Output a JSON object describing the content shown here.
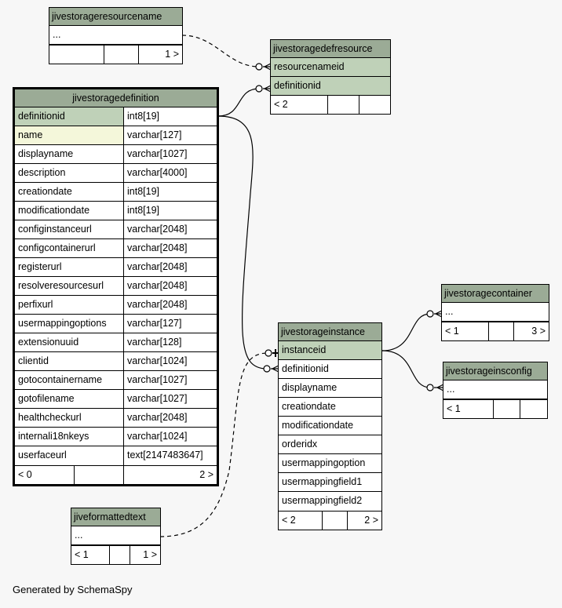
{
  "tables": {
    "resourcename": {
      "name": "jivestorageresourcename",
      "rows": [
        "..."
      ],
      "footer": [
        "",
        "",
        "1 >"
      ]
    },
    "defresource": {
      "name": "jivestoragedefresource",
      "rows": [
        "resourcenameid",
        "definitionid"
      ],
      "footer": [
        "< 2",
        "",
        ""
      ]
    },
    "definition": {
      "name": "jivestoragedefinition",
      "columns": [
        [
          "definitionid",
          "int8[19]"
        ],
        [
          "name",
          "varchar[127]"
        ],
        [
          "displayname",
          "varchar[1027]"
        ],
        [
          "description",
          "varchar[4000]"
        ],
        [
          "creationdate",
          "int8[19]"
        ],
        [
          "modificationdate",
          "int8[19]"
        ],
        [
          "configinstanceurl",
          "varchar[2048]"
        ],
        [
          "configcontainerurl",
          "varchar[2048]"
        ],
        [
          "registerurl",
          "varchar[2048]"
        ],
        [
          "resolveresourcesurl",
          "varchar[2048]"
        ],
        [
          "perfixurl",
          "varchar[2048]"
        ],
        [
          "usermappingoptions",
          "varchar[127]"
        ],
        [
          "extensionuuid",
          "varchar[128]"
        ],
        [
          "clientid",
          "varchar[1024]"
        ],
        [
          "gotocontainername",
          "varchar[1027]"
        ],
        [
          "gotofilename",
          "varchar[1027]"
        ],
        [
          "healthcheckurl",
          "varchar[2048]"
        ],
        [
          "internali18nkeys",
          "varchar[1024]"
        ],
        [
          "userfaceurl",
          "text[2147483647]"
        ]
      ],
      "footer": [
        "< 0",
        "",
        "2 >"
      ]
    },
    "instance": {
      "name": "jivestorageinstance",
      "rows": [
        "instanceid",
        "definitionid",
        "displayname",
        "creationdate",
        "modificationdate",
        "orderidx",
        "usermappingoption",
        "usermappingfield1",
        "usermappingfield2"
      ],
      "footer": [
        "< 2",
        "",
        "2 >"
      ]
    },
    "container": {
      "name": "jivestoragecontainer",
      "rows": [
        "..."
      ],
      "footer": [
        "< 1",
        "",
        "3 >"
      ]
    },
    "insconfig": {
      "name": "jivestorageinsconfig",
      "rows": [
        "..."
      ],
      "footer": [
        "< 1",
        "",
        ""
      ]
    },
    "formattedtext": {
      "name": "jiveformattedtext",
      "rows": [
        "..."
      ],
      "footer": [
        "< 1",
        "",
        "1 >"
      ]
    }
  },
  "caption": "Generated by SchemaSpy",
  "colors": {
    "header": "#9bab96",
    "key": "#bfd1b8",
    "indexed": "#f4f7da",
    "background": "#f7f7f7"
  }
}
